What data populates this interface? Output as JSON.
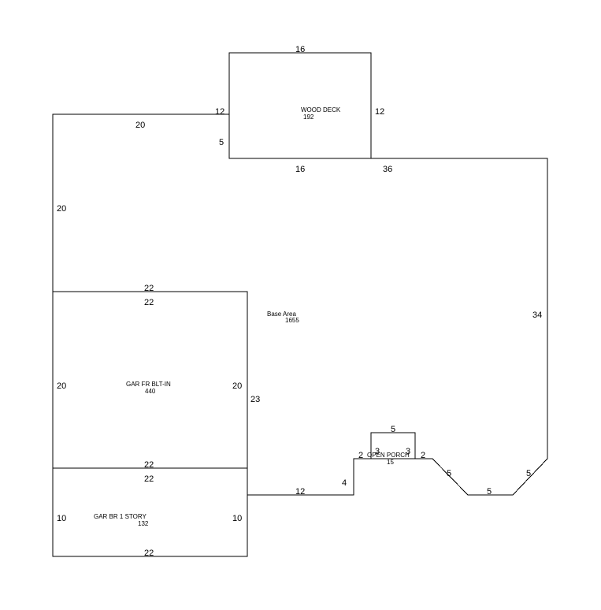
{
  "areas": {
    "wood_deck": {
      "name": "WOOD DECK",
      "area": "192"
    },
    "base": {
      "name": "Base Area",
      "area": "1655"
    },
    "garage_finished": {
      "name": "GAR FR BLT-IN",
      "area": "440"
    },
    "garage_story": {
      "name": "GAR BR 1 STORY",
      "area": "132"
    },
    "open_porch": {
      "name": "OPEN PORCH",
      "area": "15"
    }
  },
  "dimensions": {
    "deck_top": "16",
    "deck_left_12": "12",
    "deck_right": "12",
    "deck_left_5": "5",
    "deck_bottom": "16",
    "base_top_left": "20",
    "base_left": "20",
    "base_top_right": "36",
    "base_right": "34",
    "gar_fr_top_outer": "22",
    "gar_fr_top_inner": "22",
    "gar_fr_left": "20",
    "gar_fr_right_inner": "20",
    "base_right_of_garage": "23",
    "gar_fr_bottom": "22",
    "gar_br_top": "22",
    "gar_br_left": "10",
    "gar_br_right": "10",
    "gar_br_bottom": "22",
    "base_bottom_12": "12",
    "base_step_4": "4",
    "porch_left_2": "2",
    "porch_top": "5",
    "porch_left_3": "3",
    "porch_right_3": "3",
    "porch_right_2": "2",
    "bay_left": "5",
    "bay_bottom": "5",
    "bay_right": "5"
  }
}
